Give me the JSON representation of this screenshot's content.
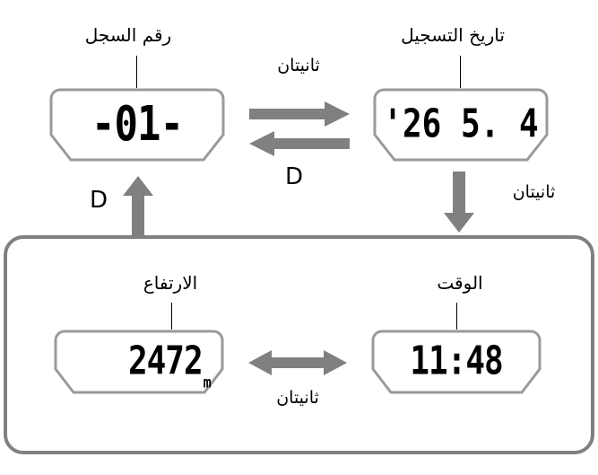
{
  "diagram": {
    "title_hidden": "",
    "colors": {
      "arrow": "#808080",
      "panel_border": "#9a9a9a",
      "group_border": "#808080",
      "digit": "#000000",
      "background": "#ffffff"
    }
  },
  "panels": {
    "record_number": {
      "label": "رقم السجل",
      "value": "-01-",
      "unit": ""
    },
    "recording_date": {
      "label": "تاريخ التسجيل",
      "value": "'26  5. 4",
      "unit": ""
    },
    "altitude": {
      "label": "الارتفاع",
      "value": "2472",
      "unit": "m"
    },
    "time": {
      "label": "الوقت",
      "value": "11:48",
      "unit": ""
    }
  },
  "transitions": {
    "top_two_way_label": "ثانيتان",
    "top_two_way_d": "D",
    "left_up_d": "D",
    "right_down_label": "ثانيتان",
    "bottom_two_way_label": "ثانيتان"
  }
}
